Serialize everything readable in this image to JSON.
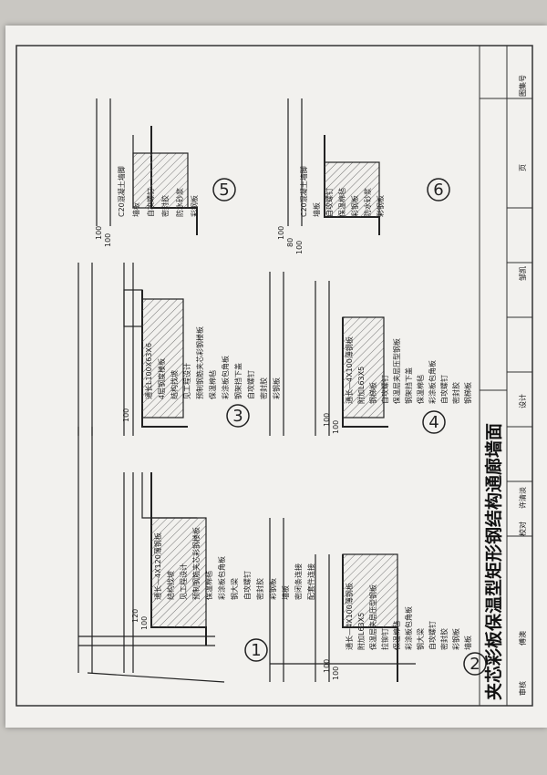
{
  "title_block": {
    "title": "夹芯彩板保温型矩形钢结构通廊墙面",
    "atlas_no_label": "图集号",
    "page_label": "页",
    "review_label": "审核",
    "check_label": "校对",
    "design_label": "设计",
    "reviewer": "傅澳",
    "checker": "许清淡",
    "designer": "邹凯"
  },
  "details": [
    {
      "number": "1",
      "labels": [
        "通长—4X120薄钢板",
        "结构找坡",
        "见工程设计",
        "预制钢筋夹芯彩钢楼板",
        "保温棉毡",
        "彩涂板包角板",
        "钢大梁",
        "自攻螺钉",
        "密封胶",
        "彩钢板",
        "墙板",
        "密闭条连接",
        "配套件连接"
      ],
      "dims": [
        "120",
        "100"
      ]
    },
    {
      "number": "2",
      "labels": [
        "通长—4X100薄钢板",
        "附加L63X5",
        "保温层夹层压型钢板",
        "拉铆钉",
        "保温棉毡",
        "彩涂板包角板",
        "钢大梁",
        "自攻螺钉",
        "密封胶",
        "彩钢板",
        "墙板"
      ],
      "dims": [
        "100",
        "100"
      ]
    },
    {
      "number": "3",
      "labels": [
        "通长L100X63X6",
        "4层钢度楼板",
        "结构找坡",
        "见工程设计",
        "预制钢筋夹芯彩钢楼板",
        "保温棉毡",
        "彩涂板包角板",
        "钢架挡下盖",
        "自攻螺钉",
        "密封胶",
        "彩钢板"
      ],
      "dims": [
        "100"
      ]
    },
    {
      "number": "4",
      "labels": [
        "通长—4X100薄钢板",
        "附加L63X5",
        "钢梯板",
        "自攻螺钉",
        "保温层夹层压型钢板",
        "钢架挡下盖",
        "保温棉毡",
        "彩涂板包角板",
        "自攻螺钉",
        "密封胶",
        "钢梯板"
      ],
      "dims": [
        "100",
        "100"
      ]
    },
    {
      "number": "5",
      "labels": [
        "C20混凝土墙脚",
        "墙板",
        "自攻螺钉",
        "密封胶",
        "防水砂浆",
        "彩钢板"
      ],
      "dims": [
        "100",
        "100"
      ]
    },
    {
      "number": "6",
      "labels": [
        "C20混凝土墙脚",
        "墙板",
        "自攻螺钉",
        "保温棉毡",
        "彩钢板",
        "防水砂浆",
        "彩钢板"
      ],
      "dims": [
        "100",
        "80",
        "100"
      ]
    }
  ]
}
